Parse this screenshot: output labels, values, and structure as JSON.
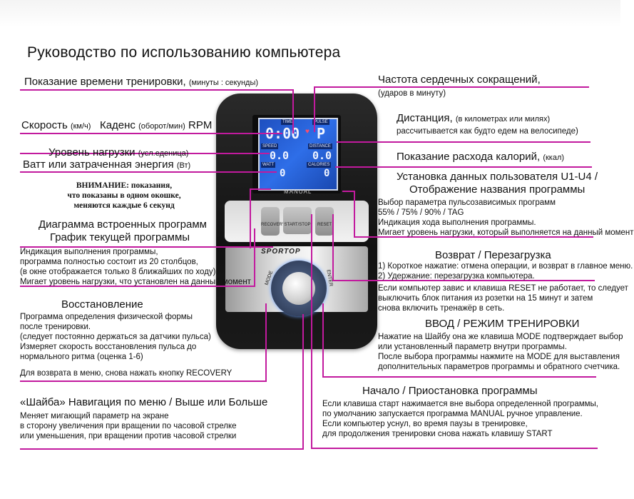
{
  "title": "Руководство по использованию компьютера",
  "left": {
    "time": {
      "main": "Показание времени тренировки,",
      "unit": "(минуты : секунды)"
    },
    "speed": {
      "main": "Скорость",
      "unit": "(км/ч)",
      "cadence": "Каденс",
      "cadence_unit": "(оборот/мин)",
      "rpm": "RPM"
    },
    "load": {
      "main": "Уровень нагрузки",
      "unit": "(усл.еденица)"
    },
    "watt": {
      "main": "Ватт или затраченная энергия",
      "unit": "(Вт)"
    },
    "warning": [
      "ВНИМАНИЕ: показания,",
      "что показаны в одном окошке,",
      "меняются каждые 6 секунд"
    ],
    "diagram": {
      "title1": "Диаграмма встроенных программ",
      "title2": "График текущей программы",
      "lines": [
        "Индикация выполнения программы,",
        "программа полностью состоит из 20 столбцов,",
        "(в окне отображается только 8 ближайших по ходу).",
        "Мигает уровень нагрузки, что установлен на данный момент"
      ]
    },
    "recovery": {
      "title": "Восстановление",
      "lines": [
        "Программа определения физической формы",
        "после тренировки.",
        "(следует постоянно держаться за датчики пульса)",
        "Измеряет скорость восстановления пульса до",
        "нормального ритма (оценка 1-6)"
      ],
      "back": "Для возврата в меню, снова нажать кнопку RECOVERY"
    },
    "knob": {
      "title": "«Шайба» Навигация по меню / Выше или Больше",
      "lines": [
        "Меняет мигающий параметр на экране",
        "в сторону увеличения при вращении по часовой стрелке",
        "или уменьшения, при вращении против часовой стрелки"
      ]
    }
  },
  "right": {
    "pulse": {
      "main": "Частота сердечных сокращений,",
      "unit": "(ударов в минуту)"
    },
    "distance": {
      "main": "Дистанция,",
      "unit": "(в километрах или милях)",
      "line2": "рассчитывается как будто едем на велосипеде)"
    },
    "calories": {
      "main": "Показание расхода калорий,",
      "unit": "(ккал)"
    },
    "user": {
      "title1": "Установка данных пользователя U1-U4 /",
      "title2": "Отображение названия программы",
      "lines": [
        "Выбор параметра пульсозависимых программ",
        "55% / 75% / 90% / TAG",
        "Индикация хода выполнения программы.",
        "Мигает уровень нагрузки, который выполняется на данный момент"
      ]
    },
    "reset": {
      "title": "Возврат / Перезагрузка",
      "lines": [
        "1) Короткое нажатие: отмена операции, и возврат в главное меню.",
        "2) Удержание: перезагрузка компьютера."
      ],
      "note": [
        "Если компьютер завис и клавиша RESET не работает, то следует",
        "выключить блок питания из розетки на 15 минут и затем",
        "снова включить тренажёр в сеть."
      ]
    },
    "enter": {
      "title": "ВВОД / РЕЖИМ ТРЕНИРОВКИ",
      "lines": [
        "Нажатие на Шайбу она же клавиша MODE подтверждает выбор",
        "или установленный параметр внутри программы.",
        "После выбора программы нажмите на MODE для выставления",
        "дополнительных параметров программы и обратного счетчика."
      ]
    },
    "start": {
      "title": "Начало / Приостановка программы",
      "lines": [
        "Если клавиша старт нажимается вне выбора определенной программы,",
        "по умолчанию запускается программа MANUAL ручное управление.",
        "Если компьютер уснул, во время паузы в тренировке,",
        "для продолжения тренировки снова нажать клавишу START"
      ]
    }
  },
  "device": {
    "lcd": {
      "time_cap": "TIME",
      "pulse_cap": "PULSE",
      "speed_cap": "SPEED",
      "distance_cap": "DISTANCE",
      "watt_cap": "WATT",
      "calories_cap": "CALORIES",
      "time": "0:00",
      "pulse": "P",
      "speed": "0.0",
      "distance": "0.0",
      "watt": "0",
      "calories": "0",
      "program_name": "MANUAL"
    },
    "buttons": {
      "left": "RECOVERY",
      "middle": "START/STOP",
      "right": "RESET"
    },
    "brand": "SPORTOP",
    "knob_mode": "MODE",
    "knob_enter": "ENTER"
  },
  "colors": {
    "leader_line": "#c21a9e",
    "lcd": "#2e6ee8"
  }
}
